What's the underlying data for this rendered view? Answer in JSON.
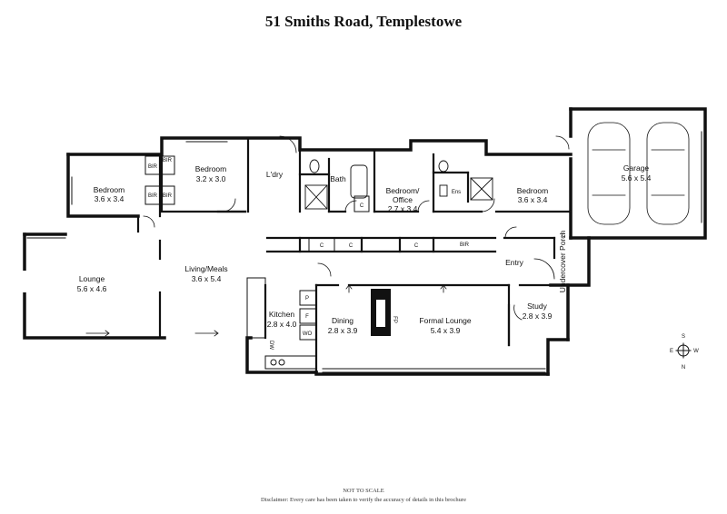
{
  "title": "51 Smiths Road, Templestowe",
  "rooms": {
    "bedroom1": {
      "name": "Bedroom",
      "dims": "3.6 x 3.4"
    },
    "bedroom2": {
      "name": "Bedroom",
      "dims": "3.2 x 3.0"
    },
    "laundry": {
      "name": "L'dry"
    },
    "bath": {
      "name": "Bath"
    },
    "office": {
      "name1": "Bedroom/",
      "name2": "Office",
      "dims": "2.7 x 3.4"
    },
    "ensuite": {
      "name": "Ens"
    },
    "bedroom3": {
      "name": "Bedroom",
      "dims": "3.6 x 3.4"
    },
    "garage": {
      "name": "Garage",
      "dims": "5.6 x 5.4"
    },
    "lounge": {
      "name": "Lounge",
      "dims": "5.6 x 4.6"
    },
    "living": {
      "name": "Living/Meals",
      "dims": "3.6 x 5.4"
    },
    "kitchen": {
      "name": "Kitchen",
      "dims": "2.8 x 4.0"
    },
    "dining": {
      "name": "Dining",
      "dims": "2.8 x 3.9"
    },
    "formal": {
      "name": "Formal Lounge",
      "dims": "5.4 x 3.9"
    },
    "study": {
      "name": "Study",
      "dims": "2.8 x 3.9"
    },
    "entry": {
      "name": "Entry"
    },
    "porch": {
      "name": "Undercover Porch"
    }
  },
  "fixtures": {
    "bir": "BIR",
    "cupboard": "C",
    "pantry": "P",
    "fridge": "F",
    "wall_oven": "WO",
    "dishwasher": "DW",
    "fireplace": "FP"
  },
  "compass": {
    "n": "N",
    "s": "S",
    "e": "E",
    "w": "W"
  },
  "footer": {
    "scale_note": "NOT TO SCALE",
    "disclaimer": "Disclaimer: Every care has been taken to verify the accuracy of details in this brochure"
  }
}
